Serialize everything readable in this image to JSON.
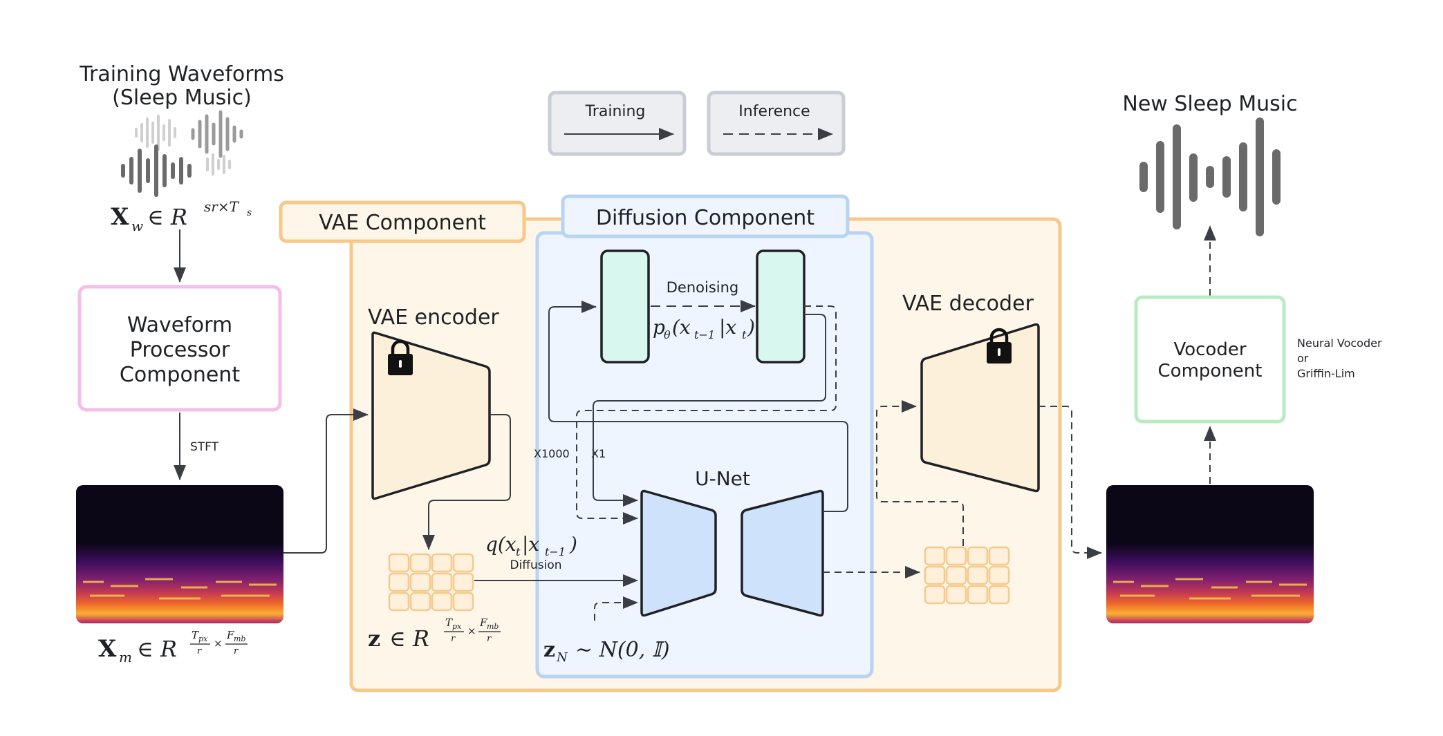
{
  "top_left": {
    "title_line1": "Training Waveforms",
    "title_line2": "(Sleep Music)",
    "math_xw_base": "X",
    "math_xw_sub": "w",
    "math_xw_rest": "∈ R",
    "math_xw_sup": "sr×T",
    "math_xw_sup_sub": "s"
  },
  "legend": {
    "training_label": "Training",
    "inference_label": "Inference"
  },
  "waveform_processor": {
    "line1": "Waveform",
    "line2": "Processor",
    "line3": "Component",
    "stft_label": "STFT"
  },
  "spectrogram_left": {
    "math_base": "X",
    "math_sub": "m",
    "math_rest": "∈ R",
    "frac1_num": "T",
    "frac1_num_sub": "px",
    "frac1_den": "r",
    "times": "×",
    "frac2_num": "F",
    "frac2_num_sub": "mb",
    "frac2_den": "r"
  },
  "vae": {
    "component_label": "VAE Component",
    "encoder_label": "VAE encoder",
    "decoder_label": "VAE decoder",
    "latent_math_base": "z",
    "latent_math_rest": "∈ R",
    "latent_frac1_num": "T",
    "latent_frac1_num_sub": "px",
    "latent_frac1_den": "r",
    "latent_times": "×",
    "latent_frac2_num": "F",
    "latent_frac2_num_sub": "mb",
    "latent_frac2_den": "r"
  },
  "diffusion": {
    "component_label": "Diffusion Component",
    "denoising_label": "Denoising",
    "p_math": "p",
    "p_sub": "θ",
    "p_rest": "(x",
    "p_sub2": "t−1",
    "p_rest2": "|x",
    "p_sub3": "t",
    "p_close": ")",
    "q_math": "q(x",
    "q_sub": "t",
    "q_mid": "|x",
    "q_sub2": "t−1",
    "q_close": ")",
    "diffusion_label": "Diffusion",
    "x1000_label": "X1000",
    "x1_label": "X1",
    "unet_label": "U-Net",
    "noise_math_base": "z",
    "noise_math_sub": "N",
    "noise_math_rest": "∼ N(0, 𝕀)"
  },
  "output": {
    "title": "New Sleep Music",
    "vocoder_line1": "Vocoder",
    "vocoder_line2": "Component",
    "vocoder_note_line1": "Neural Vocoder",
    "vocoder_note_line2": "or",
    "vocoder_note_line3": "Griffin-Lim"
  },
  "colors": {
    "vae_border": "#f6c98a",
    "vae_fill": "#fef6e9",
    "diffusion_border": "#b9d4f2",
    "diffusion_fill": "#eef5fe",
    "waveform_border": "#f5bde9",
    "vocoder_border": "#b8ecc0",
    "mint_fill": "#d8f8ef",
    "unet_fill": "#cfe2fb",
    "encoder_fill": "#fdf0da",
    "line": "#3a3d44"
  }
}
